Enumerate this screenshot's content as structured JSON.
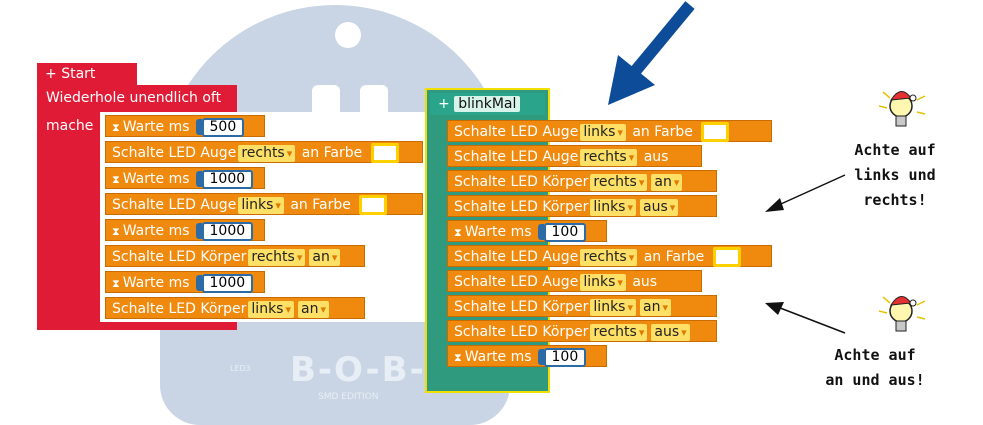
{
  "start_block": {
    "hat": "Start",
    "loop": "Wiederhole unendlich oft",
    "do": "mache"
  },
  "function_block": {
    "name": "blinkMal"
  },
  "labels": {
    "wait": "Warte ms",
    "switch_led": "Schalte LED",
    "eye": "Auge",
    "body": "Körper",
    "on": "an",
    "off": "aus",
    "color": "Farbe"
  },
  "start_statements": [
    {
      "kind": "wait",
      "value": "500"
    },
    {
      "kind": "eye_color",
      "side": "rechts"
    },
    {
      "kind": "wait",
      "value": "1000"
    },
    {
      "kind": "eye_color",
      "side": "links"
    },
    {
      "kind": "wait",
      "value": "1000"
    },
    {
      "kind": "body",
      "side": "rechts",
      "state": "an"
    },
    {
      "kind": "wait",
      "value": "1000"
    },
    {
      "kind": "body",
      "side": "links",
      "state": "an"
    }
  ],
  "function_statements": [
    {
      "kind": "eye_color",
      "side": "links"
    },
    {
      "kind": "eye_off",
      "side": "rechts"
    },
    {
      "kind": "body",
      "side": "rechts",
      "state": "an"
    },
    {
      "kind": "body",
      "side": "links",
      "state": "aus"
    },
    {
      "kind": "wait",
      "value": "100"
    },
    {
      "kind": "eye_color",
      "side": "rechts"
    },
    {
      "kind": "eye_off",
      "side": "links"
    },
    {
      "kind": "body",
      "side": "links",
      "state": "an"
    },
    {
      "kind": "body",
      "side": "rechts",
      "state": "aus"
    },
    {
      "kind": "wait",
      "value": "100"
    }
  ],
  "notes": {
    "top": [
      "Achte auf",
      "links und",
      "rechts!"
    ],
    "bottom": [
      "Achte auf",
      "an und aus!"
    ]
  },
  "board": {
    "logo": "B-O-B-3",
    "edition": "SMD EDITION",
    "led_label": "LED3"
  },
  "colors": {
    "start": "#e01b36",
    "function_outer": "#2f9a7d",
    "function_hat": "#2aa58c",
    "statement": "#f08a0e",
    "number_border": "#2d6ba7",
    "dropdown": "#ffe066",
    "arrow_blue": "#0d4c99"
  }
}
